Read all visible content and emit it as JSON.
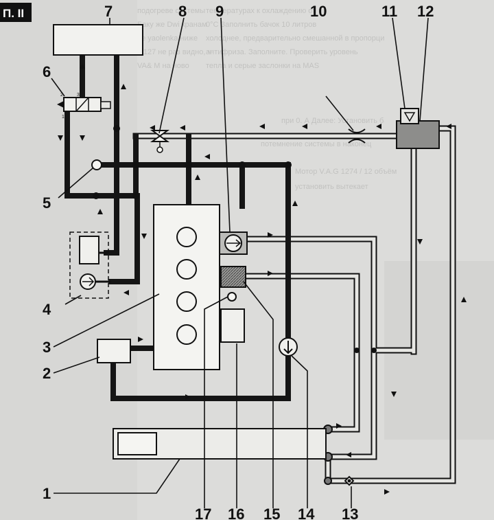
{
  "figure": {
    "label": "П. II"
  },
  "callouts": {
    "n1": "1",
    "n2": "2",
    "n3": "3",
    "n4": "4",
    "n5": "5",
    "n6": "6",
    "n7": "7",
    "n8": "8",
    "n9": "9",
    "n10": "10",
    "n11": "11",
    "n12": "12",
    "n13": "13",
    "n14": "14",
    "n15": "15",
    "n16": "16",
    "n17": "17"
  },
  "valve_ports": {
    "p1": "1",
    "p2": "2",
    "p3": "3"
  },
  "background_text": [
    "подогреве системы",
    "Баку же Dwi кранам",
    "ne yaolenka ниже",
    "в 127 не раз видно, что",
    "VA& M на ново",
    "температурах к охлаждению от",
    "0°C Заполнить бачок 10 литров",
    "холоднее, предварительно смешанной в пропорции",
    "антифриза. Заполните. Проверить уровень",
    "тепла и серые заслонки на MAS",
    "при 0. А Далее: Установить бачок",
    "потемнение системы в наконец",
    "Мотор V.A.G 1274 / 12 объём",
    "установить вытекает"
  ]
}
